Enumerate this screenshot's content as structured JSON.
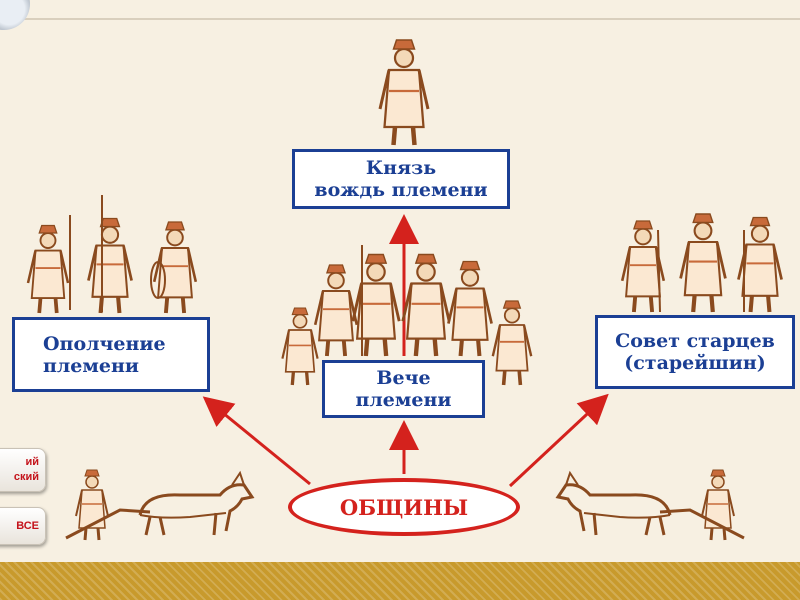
{
  "diagram": {
    "prince_box": {
      "line1": "Князь",
      "line2": "вождь племени"
    },
    "militia_box": {
      "line1": "Ополчение",
      "line2": "племени"
    },
    "veche_box": {
      "line1": "Вече",
      "line2": "племени"
    },
    "council_box": {
      "line1": "Совет старцев",
      "line2": "(старейшин)"
    },
    "communities_label": "ОБЩИНЫ"
  },
  "side_buttons": {
    "button1_line1": "ий",
    "button1_line2": "ский",
    "button2_label": "ВСЕ"
  },
  "colors": {
    "box_border": "#1b3f94",
    "box_text": "#1b3f94",
    "arrow": "#d4221d",
    "figure_ink": "#8a4a1e",
    "background": "#f7f0e2",
    "bottom_strip": "#c89a2c"
  },
  "icons": {
    "prince": "prince-figure-icon",
    "warriors": "warrior-figures-icon",
    "elders": "elder-figures-icon",
    "assembly": "assembly-crowd-icon",
    "ploughman_left": "ploughman-with-horse-icon",
    "ploughman_right": "ploughman-with-horse-icon"
  }
}
